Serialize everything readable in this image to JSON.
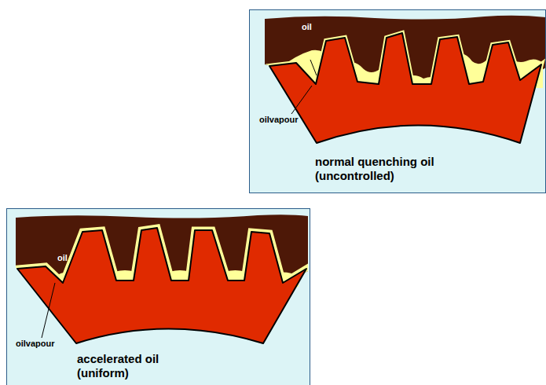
{
  "diagram": {
    "nodes": [
      {
        "text": [
          "normal quenching oil (uncontrolled)"
        ]
      },
      {
        "text": [
          "accelerated oil (uniform)"
        ]
      }
    ],
    "labels": [
      "oil",
      "oilvapour",
      "oil",
      "oilvapour"
    ]
  }
}
